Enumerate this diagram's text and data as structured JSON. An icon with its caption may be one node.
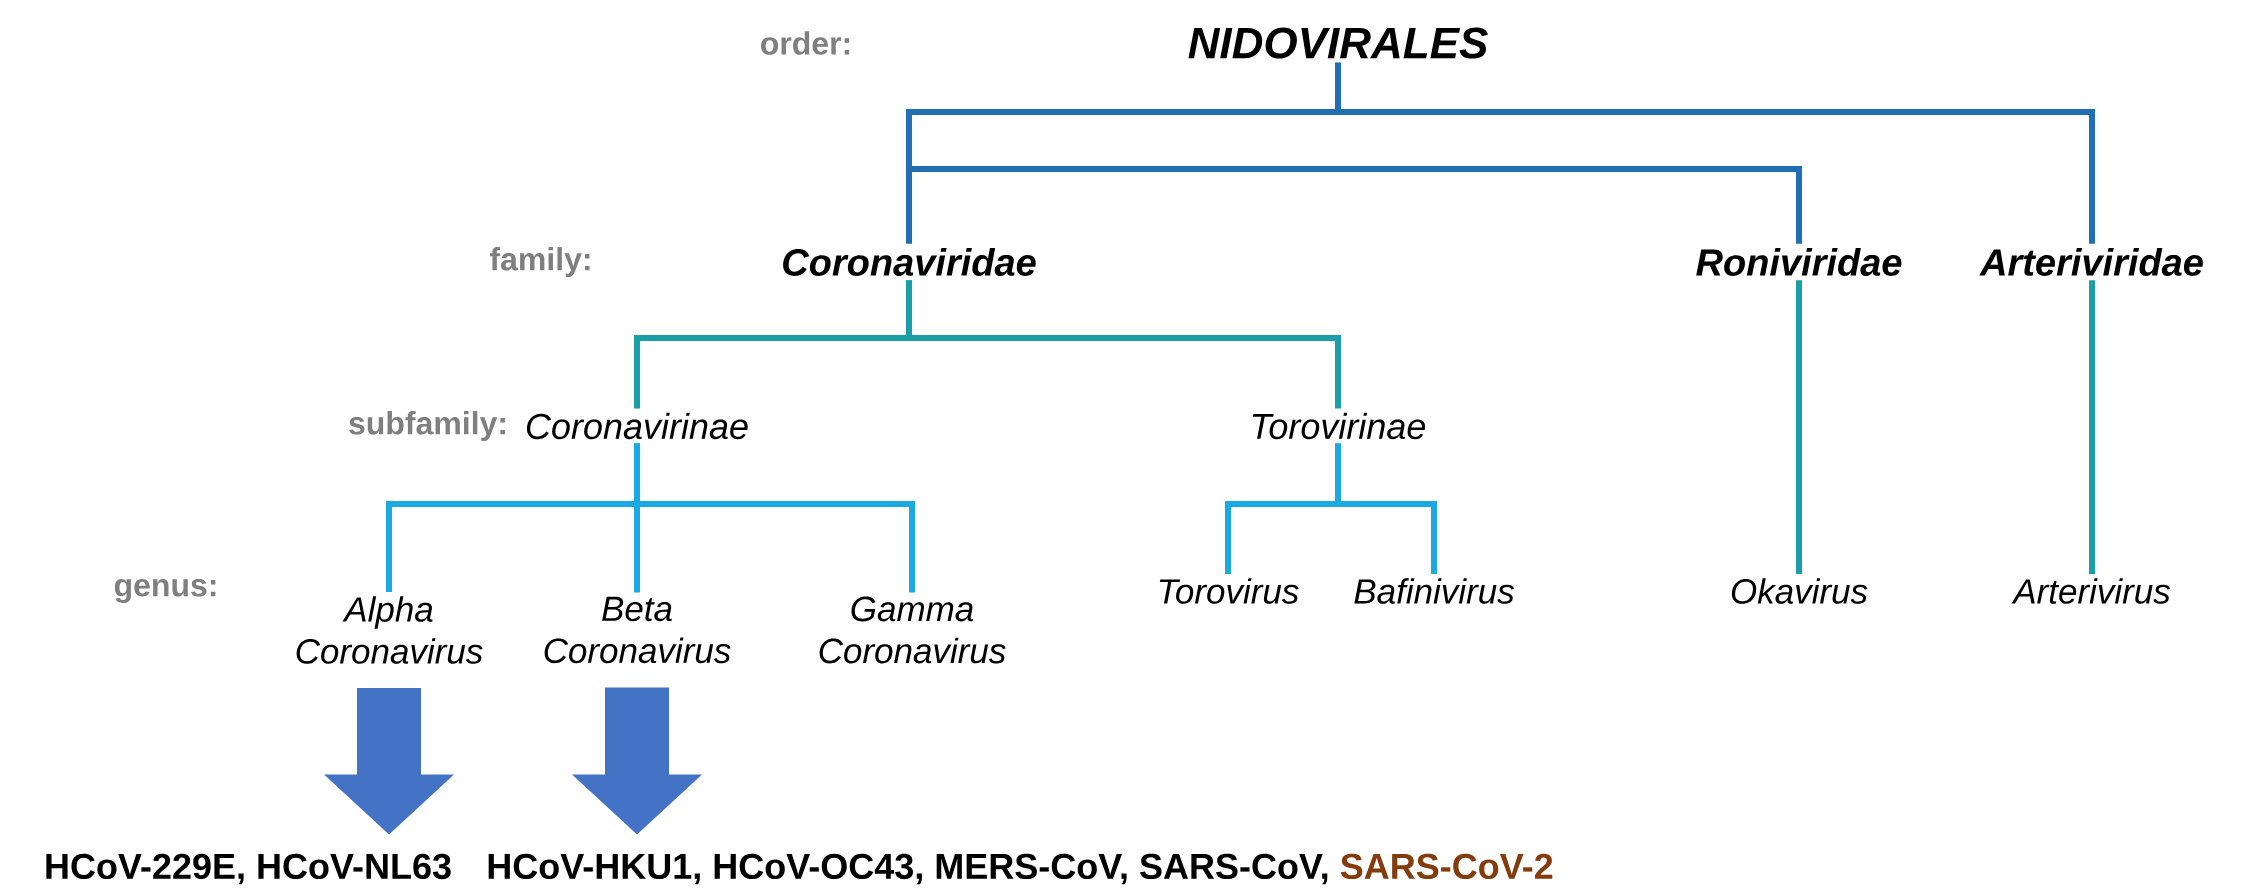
{
  "diagram": {
    "nodes": [
      {
        "text": [
          "NIDOVIRALES"
        ]
      },
      {
        "text": [
          "Coronaviridae"
        ]
      },
      {
        "text": [
          "Roniviridae"
        ]
      },
      {
        "text": [
          "Arteriviridae"
        ]
      },
      {
        "text": [
          "Coronavirinae"
        ]
      },
      {
        "text": [
          "Torovirinae"
        ]
      },
      {
        "text": [
          "Alpha Coronavirus"
        ]
      },
      {
        "text": [
          "Beta Coronavirus"
        ]
      },
      {
        "text": [
          "Gamma Coronavirus"
        ]
      },
      {
        "text": [
          "Torovirus"
        ]
      },
      {
        "text": [
          "Bafinivirus"
        ]
      },
      {
        "text": [
          "Okavirus"
        ]
      },
      {
        "text": [
          "Arterivirus"
        ]
      },
      {
        "text": [
          "HCoV-229E, HCoV-NL63"
        ]
      },
      {
        "text": [
          "HCoV-HKU1, HCoV-OC43, MERS-CoV, SARS-CoV,",
          "SARS-CoV-2"
        ]
      }
    ],
    "edges": [
      {
        "from": 0,
        "to": 1,
        "arrow": "none",
        "color": "#1f6fb2"
      },
      {
        "from": 0,
        "to": 2,
        "arrow": "none",
        "color": "#1f6fb2"
      },
      {
        "from": 0,
        "to": 3,
        "arrow": "none",
        "color": "#1f6fb2"
      },
      {
        "from": 1,
        "to": 4,
        "arrow": "none",
        "color": "#1a9fa8"
      },
      {
        "from": 1,
        "to": 5,
        "arrow": "none",
        "color": "#1a9fa8"
      },
      {
        "from": 4,
        "to": 6,
        "arrow": "none"
      },
      {
        "from": 4,
        "to": 7,
        "arrow": "none"
      },
      {
        "from": 4,
        "to": 8,
        "arrow": "none"
      },
      {
        "from": 5,
        "to": 9,
        "arrow": "none"
      },
      {
        "from": 5,
        "to": 10,
        "arrow": "none"
      },
      {
        "from": 2,
        "to": 11,
        "arrow": "none",
        "color": "#1a9fa8"
      },
      {
        "from": 3,
        "to": 12,
        "arrow": "none",
        "color": "#1a9fa8"
      },
      {
        "from": 6,
        "to": 13,
        "arrow": "to",
        "style": "thick",
        "color": "#4472c4"
      },
      {
        "from": 7,
        "to": 14,
        "arrow": "to",
        "style": "thick",
        "color": "#4472c4"
      }
    ],
    "labels": [
      "order:",
      "family:",
      "subfamily:",
      "genus:"
    ]
  }
}
